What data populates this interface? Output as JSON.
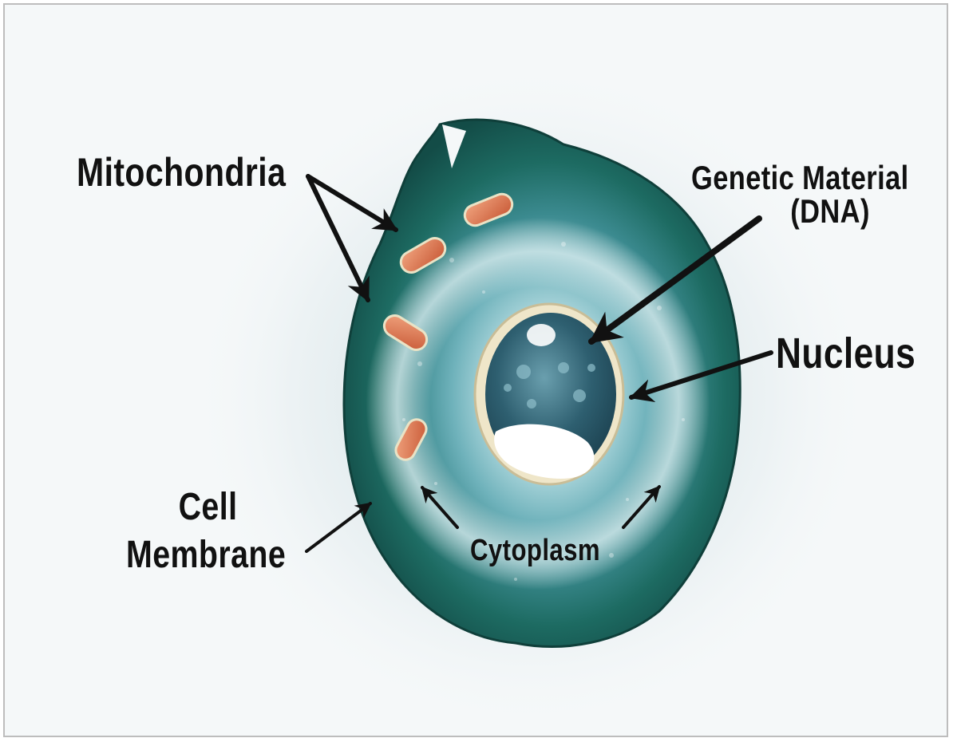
{
  "labels": {
    "mitochondria": "Mitochondria",
    "genetic_material_line1": "Genetic Material",
    "genetic_material_line2": "(DNA)",
    "nucleus": "Nucleus",
    "cell_membrane_line1": "Cell",
    "cell_membrane_line2": "Membrane",
    "cytoplasm": "Cytoplasm"
  },
  "colors": {
    "membrane": "#1d6b62",
    "cytoplasm": "#4f9aa4",
    "cytoplasm_light": "#cfe7ea",
    "nucleus_fill": "#2e5f70",
    "nucleus_rim": "#efe6c9",
    "mitochondria": "#e07a52",
    "arrow": "#111111"
  }
}
